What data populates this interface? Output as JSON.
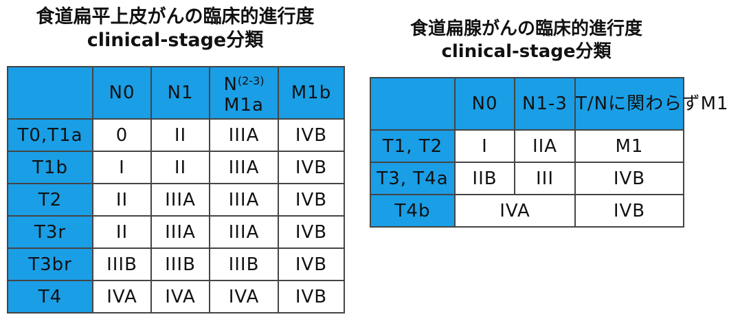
{
  "left": {
    "title_line1": "食道扁平上皮がんの臨床的進行度",
    "title_line2": "clinical-stage分類",
    "col_headers": [
      "N0",
      "N1"
    ],
    "col_n23_main": "N",
    "col_n23_sub": "(2-3)",
    "col_n23_line2": "M1a",
    "col_m1b": "M1b",
    "rows": [
      {
        "label": "T0,T1a",
        "cells": [
          "0",
          "II",
          "IIIA",
          "IVB"
        ]
      },
      {
        "label": "T1b",
        "cells": [
          "I",
          "II",
          "IIIA",
          "IVB"
        ]
      },
      {
        "label": "T2",
        "cells": [
          "II",
          "IIIA",
          "IIIA",
          "IVB"
        ]
      },
      {
        "label": "T3r",
        "cells": [
          "II",
          "IIIA",
          "IIIA",
          "IVB"
        ]
      },
      {
        "label": "T3br",
        "cells": [
          "IIIB",
          "IIIB",
          "IIIB",
          "IVB"
        ]
      },
      {
        "label": "T4",
        "cells": [
          "IVA",
          "IVA",
          "IVA",
          "IVB"
        ]
      }
    ]
  },
  "right": {
    "title_line1": "食道扁腺がんの臨床的進行度",
    "title_line2": "clinical-stage分類",
    "col_headers": [
      "N0",
      "N1-3",
      "T/Nに関わらずM1"
    ],
    "rows": [
      {
        "label": "T1, T2",
        "cells": [
          "I",
          "IIA",
          "M1"
        ]
      },
      {
        "label": "T3, T4a",
        "cells": [
          "IIB",
          "III",
          "IVB"
        ]
      },
      {
        "label": "T4b",
        "merged": "IVA",
        "last": "IVB"
      }
    ]
  },
  "colors": {
    "header_bg": "#1a9ee6",
    "border": "#444444"
  }
}
